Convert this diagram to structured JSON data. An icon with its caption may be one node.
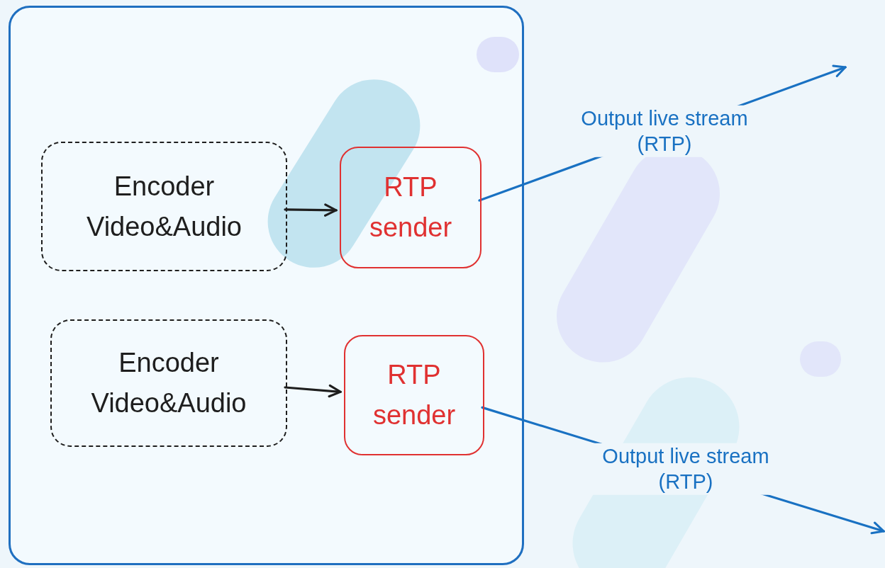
{
  "diagram": {
    "nodes": [
      {
        "text": [],
        "shape": "box"
      },
      {
        "text": [
          "Encoder Video&Audio"
        ],
        "in": 0
      },
      {
        "text": [
          "RTP sender"
        ],
        "in": 0
      },
      {
        "text": [
          "Encoder Video&Audio"
        ],
        "in": 0
      },
      {
        "text": [
          "RTP sender"
        ],
        "in": 0
      }
    ],
    "edges": [
      {
        "from": 1,
        "to": 2,
        "arrow": "to",
        "color": "#1e1e1e"
      },
      {
        "from": 3,
        "to": 4,
        "arrow": "to",
        "color": "#1e1e1e"
      },
      {
        "from": 2,
        "to": null,
        "arrow": "to",
        "label": "Output live stream (RTP)",
        "color": "#1971c2"
      },
      {
        "from": 4,
        "to": null,
        "arrow": "to",
        "label": "Output live stream (RTP)",
        "color": "#1971c2"
      }
    ]
  }
}
